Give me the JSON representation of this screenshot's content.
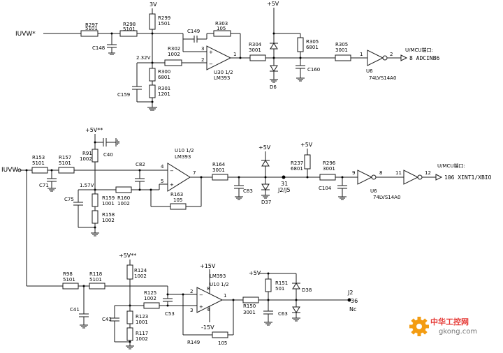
{
  "nets": {
    "iuvw_top": "IUVW*",
    "iuvw_mid": "IUVW",
    "v3": "3V",
    "v5_top": "+5V",
    "v5_mid1": "+5V**",
    "v5_mid2": "+5V",
    "v5_mid3": "+5V",
    "v5_bot1": "+5V**",
    "v5_bot2": "+5V",
    "v15p": "+15V",
    "v15n": "-15V",
    "v232": "2.32V",
    "v157": "1.57V"
  },
  "top_section": {
    "r297": {
      "ref": "R297",
      "val": "5101"
    },
    "r298": {
      "ref": "R298",
      "val": "5101"
    },
    "r299": {
      "ref": "R299",
      "val": "1501"
    },
    "r303": {
      "ref": "R303",
      "val": "105"
    },
    "r302": {
      "ref": "R302",
      "val": "1002"
    },
    "r300": {
      "ref": "R300",
      "val": "6801"
    },
    "r301": {
      "ref": "R301",
      "val": "1201"
    },
    "r304": {
      "ref": "R304",
      "val": "3001"
    },
    "r305a": {
      "ref": "R305",
      "val": "6801"
    },
    "r305b": {
      "ref": "R305",
      "val": "3001"
    },
    "c148": "C148",
    "c149": "C149",
    "c159": "C159",
    "c160": "C160",
    "u30": {
      "ref": "U30 1/2",
      "part": "LM393"
    },
    "d6": "D6",
    "u6": {
      "ref": "U6",
      "part": "74LVS14A0"
    },
    "pins": {
      "p3": "3",
      "p2": "2",
      "p1": "1",
      "u6in": "1",
      "u6out": "2"
    },
    "dest_header": "U/MCU端口:",
    "dest": "8 ADCINB6"
  },
  "mid_section": {
    "r153": {
      "ref": "R153",
      "val": "5101"
    },
    "r157": {
      "ref": "R157",
      "val": "5101"
    },
    "r91": {
      "ref": "R91",
      "val": "1002"
    },
    "r159": {
      "ref": "R159",
      "val": "1001"
    },
    "r160": {
      "ref": "R160",
      "val": "1002"
    },
    "r158": {
      "ref": "R158",
      "val": "1002"
    },
    "r163": {
      "ref": "R163",
      "val": "105"
    },
    "r164": {
      "ref": "R164",
      "val": "3001"
    },
    "r237": {
      "ref": "R237",
      "val": "6801"
    },
    "r296": {
      "ref": "R296",
      "val": "3001"
    },
    "c71": "C71",
    "c40": "C40",
    "c82": "C82",
    "c75": "C75",
    "c83": "C83",
    "c104": "C104",
    "d37": "D37",
    "u10": {
      "ref": "U10 1/2",
      "part": "LM393"
    },
    "u6": {
      "ref": "U6",
      "part": "74LVS14A0"
    },
    "pins": {
      "p4": "4",
      "p5": "5",
      "p7": "7",
      "p9": "9",
      "p8": "8",
      "p11": "11",
      "p12": "12"
    },
    "j2": "31",
    "j2label": "J2/J5",
    "dest_header": "U/MCU端口:",
    "dest": "106 XINT1/XBIO"
  },
  "bot_section": {
    "r98": {
      "ref": "R98",
      "val": "5101"
    },
    "r118": {
      "ref": "R118",
      "val": "5101"
    },
    "r124": {
      "ref": "R124",
      "val": "1002"
    },
    "r125": {
      "ref": "R125",
      "val": "1002"
    },
    "r123": {
      "ref": "R123",
      "val": "1001"
    },
    "r117": {
      "ref": "R117",
      "val": "1002"
    },
    "r149": {
      "ref": "R149",
      "val": "105"
    },
    "r150": {
      "ref": "R150",
      "val": "3001"
    },
    "r151": {
      "ref": "R151",
      "val": "501"
    },
    "c41": "C41",
    "c43": "C43",
    "c53": "C53",
    "c63": "C63",
    "d38": "D38",
    "u10": {
      "ref": "U10 1/2",
      "part": "LM393"
    },
    "pins": {
      "p2": "2",
      "p3": "3",
      "p1": "1",
      "p8": "8",
      "p4": "4"
    },
    "j2": "J2",
    "j2pin": "36",
    "j2nc": "Nc"
  },
  "watermark": {
    "cn": "中华工控网",
    "url": "gkong.com"
  },
  "colors": {
    "wire": "#1a1a1a",
    "watermark_red": "#e53935",
    "gear": "#f39c12"
  }
}
